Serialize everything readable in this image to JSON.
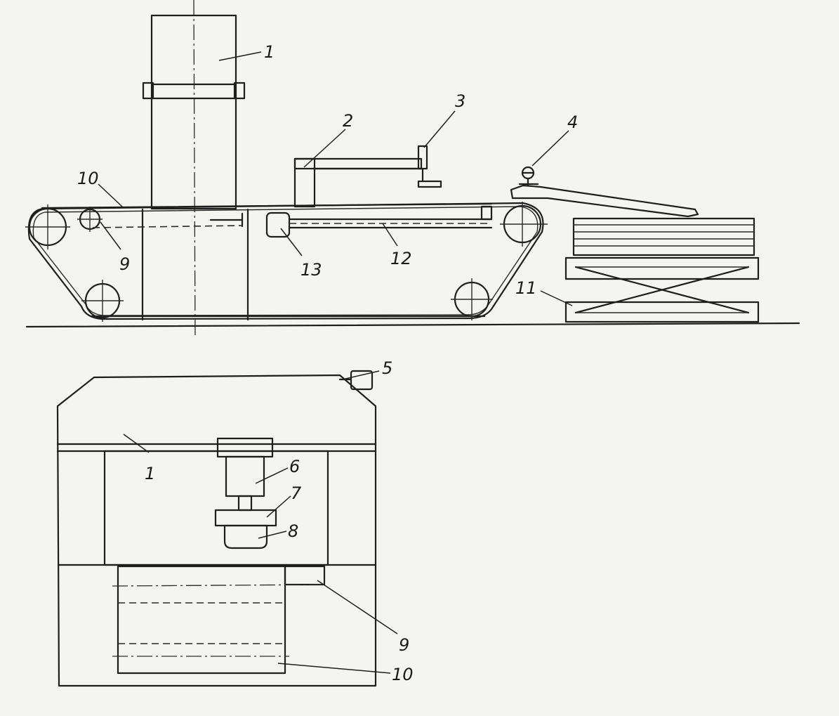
{
  "labels": {
    "l1_side": "1",
    "l2": "2",
    "l3": "3",
    "l4": "4",
    "l9_side": "9",
    "l10_side": "10",
    "l11": "11",
    "l12": "12",
    "l13": "13",
    "l5": "5",
    "l1_front": "1",
    "l6": "6",
    "l7": "7",
    "l8": "8",
    "l9_front": "9",
    "l10_front": "10"
  }
}
